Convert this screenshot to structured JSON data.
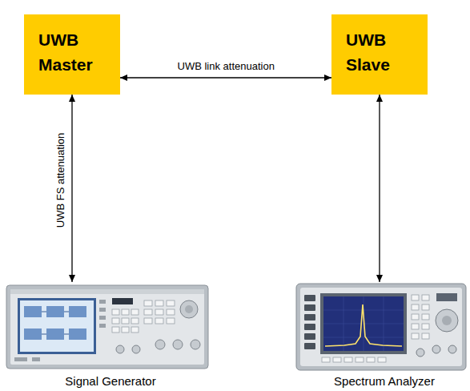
{
  "diagram": {
    "nodes": [
      {
        "text": [
          "UWB Master"
        ]
      },
      {
        "text": [
          "UWB Slave"
        ]
      },
      {
        "text": [
          "Signal Generator"
        ]
      },
      {
        "text": [
          "Spectrum Analyzer"
        ]
      }
    ],
    "edges": [
      {
        "from": 0,
        "to": 1,
        "arrow": "both",
        "label": "UWB link attenuation"
      },
      {
        "from": 0,
        "to": 2,
        "arrow": "both",
        "label": "UWB FS attenuation"
      },
      {
        "from": 1,
        "to": 3,
        "arrow": "both"
      }
    ]
  }
}
